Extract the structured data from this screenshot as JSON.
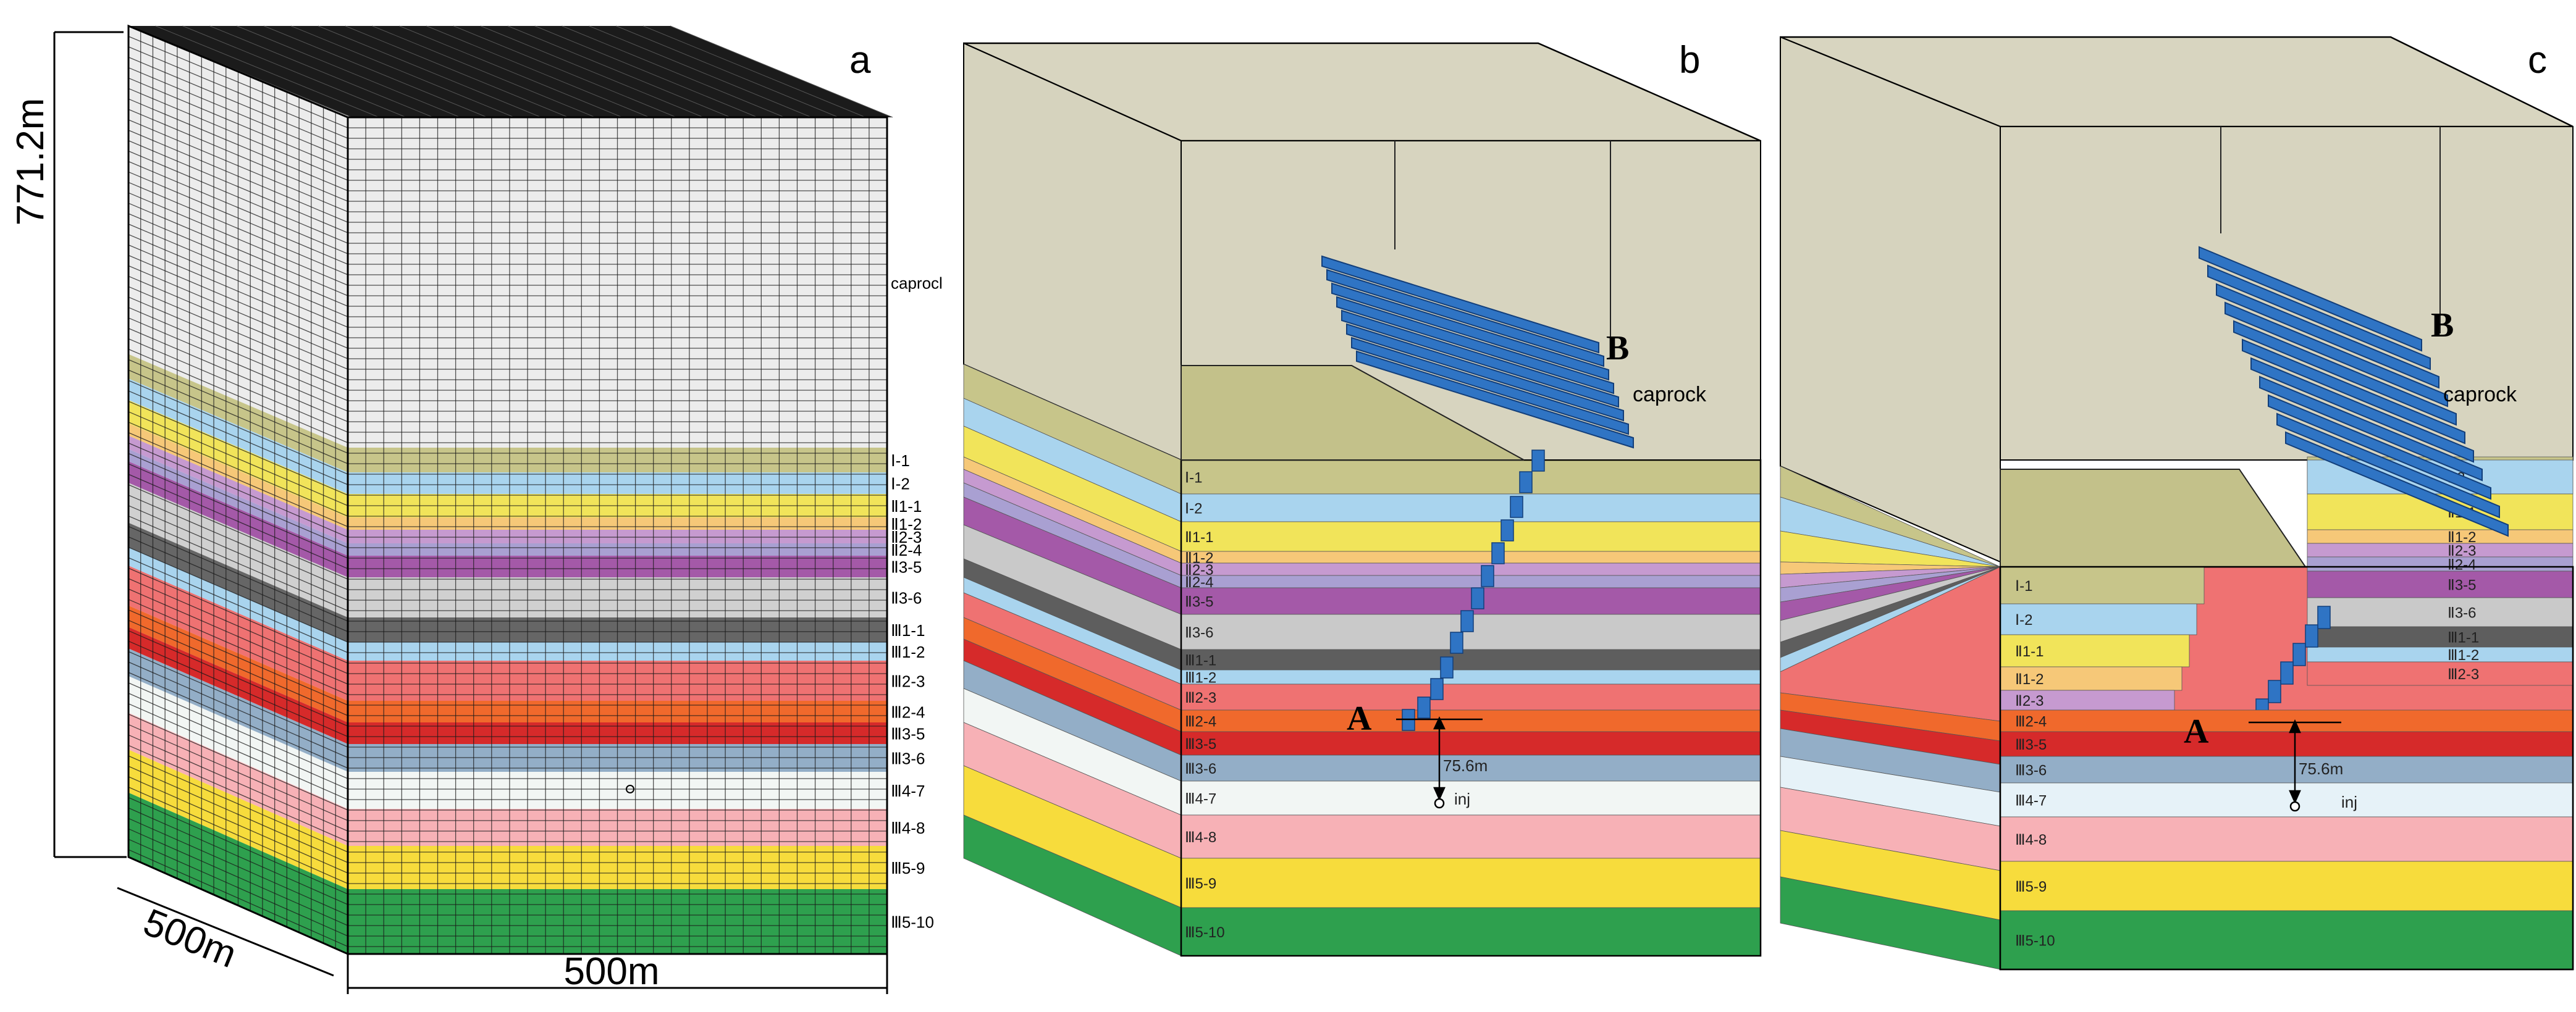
{
  "colors": {
    "caprock": "#c5c48e",
    "grey": "#c9c9c9",
    "fault_fill": "#2f74c4",
    "fault_stroke": "#123e7a",
    "block_top": "#d9d6c2",
    "block_side": "#d5d2bd",
    "mesh_line": "#1a1a1a"
  },
  "panel_a": {
    "label": "a",
    "height_label": "771.2m",
    "width_depth_label": "500m",
    "width_front_label": "500m",
    "layers": [
      {
        "name": "caprocl",
        "color": "#ececec"
      },
      {
        "name": "Ⅰ-1",
        "color": "#c7c58a"
      },
      {
        "name": "Ⅰ-2",
        "color": "#a9d4ee"
      },
      {
        "name": "Ⅱ1-1",
        "color": "#f1e45a"
      },
      {
        "name": "Ⅱ1-2",
        "color": "#f6c878"
      },
      {
        "name": "Ⅱ2-3",
        "color": "#c69ad0"
      },
      {
        "name": "Ⅱ2-4",
        "color": "#a9a0d2"
      },
      {
        "name": "Ⅱ3-5",
        "color": "#a459a8"
      },
      {
        "name": "Ⅱ3-6",
        "color": "#d0d0d0"
      },
      {
        "name": "Ⅲ1-1",
        "color": "#666666"
      },
      {
        "name": "Ⅲ1-2",
        "color": "#a9d4ee"
      },
      {
        "name": "Ⅲ2-3",
        "color": "#ef7272"
      },
      {
        "name": "Ⅲ2-4",
        "color": "#f0692c"
      },
      {
        "name": "Ⅲ3-5",
        "color": "#d62a2a"
      },
      {
        "name": "Ⅲ3-6",
        "color": "#93aec7"
      },
      {
        "name": "Ⅲ4-7",
        "color": "#f2f6f4"
      },
      {
        "name": "Ⅲ4-8",
        "color": "#f7b1b6"
      },
      {
        "name": "Ⅲ5-9",
        "color": "#f7dc3c"
      },
      {
        "name": "Ⅲ5-10",
        "color": "#2ea04e"
      }
    ]
  },
  "panel_b": {
    "label": "b",
    "point_a": "A",
    "point_b": "B",
    "caprock_label": "caprock",
    "distance_label": "75.6m",
    "inj_label": "inj",
    "layers": [
      {
        "name": "Ⅰ-1",
        "color": "#c7c58a"
      },
      {
        "name": "Ⅰ-2",
        "color": "#a9d4ee"
      },
      {
        "name": "Ⅱ1-1",
        "color": "#f1e45a"
      },
      {
        "name": "Ⅱ1-2",
        "color": "#f6c878"
      },
      {
        "name": "Ⅱ2-3",
        "color": "#c69ad0"
      },
      {
        "name": "Ⅱ2-4",
        "color": "#a9a0d2"
      },
      {
        "name": "Ⅱ3-5",
        "color": "#a459a8"
      },
      {
        "name": "Ⅱ3-6",
        "color": "#c9c9c9"
      },
      {
        "name": "Ⅲ1-1",
        "color": "#5e5e5e"
      },
      {
        "name": "Ⅲ1-2",
        "color": "#a9d4ee"
      },
      {
        "name": "Ⅲ2-3",
        "color": "#ef7272"
      },
      {
        "name": "Ⅲ2-4",
        "color": "#f0692c"
      },
      {
        "name": "Ⅲ3-5",
        "color": "#d62a2a"
      },
      {
        "name": "Ⅲ3-6",
        "color": "#93aec7"
      },
      {
        "name": "Ⅲ4-7",
        "color": "#f2f6f4"
      },
      {
        "name": "Ⅲ4-8",
        "color": "#f7b1b6"
      },
      {
        "name": "Ⅲ5-9",
        "color": "#f7dc3c"
      },
      {
        "name": "Ⅲ5-10",
        "color": "#2ea04e"
      }
    ]
  },
  "panel_c": {
    "label": "c",
    "point_a": "A",
    "point_b": "B",
    "caprock_label": "caprock",
    "distance_label": "75.6m",
    "inj_label": "inj",
    "inner_labels": [
      "Ⅰ-1",
      "Ⅰ-2",
      "Ⅱ1-1",
      "Ⅱ1-2",
      "Ⅱ2-3",
      "Ⅲ2-4",
      "Ⅲ3-5",
      "Ⅲ3-6",
      "Ⅲ4-7",
      "Ⅲ4-8",
      "Ⅲ5-9",
      "Ⅲ5-10"
    ],
    "back_labels": [
      "Ⅰ-1",
      "Ⅰ-2",
      "Ⅱ1-1",
      "Ⅱ1-2",
      "Ⅱ2-3",
      "Ⅱ2-4",
      "Ⅱ3-5",
      "Ⅱ3-6",
      "Ⅲ1-1",
      "Ⅲ1-2",
      "Ⅲ2-3"
    ],
    "layers": [
      {
        "name": "Ⅰ-1",
        "color": "#c7c58a"
      },
      {
        "name": "Ⅰ-2",
        "color": "#a9d4ee"
      },
      {
        "name": "Ⅱ1-1",
        "color": "#f1e45a"
      },
      {
        "name": "Ⅱ1-2",
        "color": "#f6c878"
      },
      {
        "name": "Ⅱ2-3",
        "color": "#c69ad0"
      },
      {
        "name": "Ⅱ2-4",
        "color": "#a9a0d2"
      },
      {
        "name": "Ⅱ3-5",
        "color": "#a459a8"
      },
      {
        "name": "Ⅱ3-6",
        "color": "#c9c9c9"
      },
      {
        "name": "Ⅲ1-1",
        "color": "#5e5e5e"
      },
      {
        "name": "Ⅲ1-2",
        "color": "#a9d4ee"
      },
      {
        "name": "Ⅲ2-3",
        "color": "#ef7272"
      },
      {
        "name": "Ⅲ2-4",
        "color": "#f0692c"
      },
      {
        "name": "Ⅲ3-5",
        "color": "#d62a2a"
      },
      {
        "name": "Ⅲ3-6",
        "color": "#93aec7"
      },
      {
        "name": "Ⅲ4-7",
        "color": "#e6f2f8"
      },
      {
        "name": "Ⅲ4-8",
        "color": "#f7b1b6"
      },
      {
        "name": "Ⅲ5-9",
        "color": "#f7dc3c"
      },
      {
        "name": "Ⅲ5-10",
        "color": "#2ea04e"
      }
    ]
  }
}
